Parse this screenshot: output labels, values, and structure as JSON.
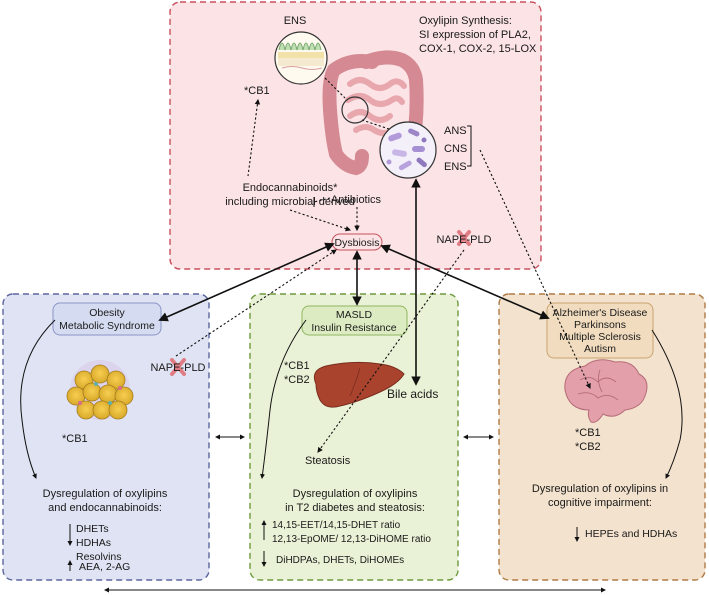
{
  "gut": {
    "ens_top": "ENS",
    "cb1": "*CB1",
    "oxylipin_title": "Oxylipin Synthesis:",
    "oxylipin_line2": "SI expression of PLA2,",
    "oxylipin_line3": "COX-1, COX-2, 15-LOX",
    "axis_ans": "ANS",
    "axis_cns": "CNS",
    "axis_ens": "ENS",
    "endo_line1": "Endocannabinoids*",
    "endo_line2": "including microbial derived",
    "antibiotics": "Antibiotics",
    "dysbiosis": "Dysbiosis",
    "nape_pld": "NAPE-PLD"
  },
  "obesity": {
    "pill_line1": "Obesity",
    "pill_line2": "Metabolic Syndrome",
    "nape_pld": "NAPE-PLD",
    "cb1": "*CB1",
    "dys_line1": "Dysregulation of oxylipins",
    "dys_line2": "and endocannabinoids:",
    "down1": "DHETs",
    "down2": "HDHAs",
    "down3": "Resolvins",
    "up1": "AEA, 2-AG"
  },
  "masld": {
    "pill_line1": "MASLD",
    "pill_line2": "Insulin Resistance",
    "cb1": "*CB1",
    "cb2": "*CB2",
    "bile_acids": "Bile acids",
    "steatosis": "Steatosis",
    "dys_line1": "Dysregulation of oxylipins",
    "dys_line2": "in T2 diabetes and steatosis:",
    "up1": "14,15-EET/14,15-DHET ratio",
    "up2": "12,13-EpOME/ 12,13-DiHOME ratio",
    "down1": "DiHDPAs, DHETs, DiHOMEs"
  },
  "neuro": {
    "pill_line1": "Alzheimer's Disease",
    "pill_line2": "Parkinsons",
    "pill_line3": "Multiple Sclerosis",
    "pill_line4": "Autism",
    "cb1": "*CB1",
    "cb2": "*CB2",
    "dys_line1": "Dysregulation of oxylipins in",
    "dys_line2": "cognitive impairment:",
    "down1": "HEPEs and HDHAs"
  },
  "colors": {
    "gut_fill": "#fbe3e6",
    "gut_border": "#c9505e",
    "obesity_fill": "#dfe3f3",
    "obesity_border": "#5a659e",
    "masld_fill": "#e9f2d6",
    "masld_border": "#6d9a3d",
    "neuro_fill": "#f3e2cd",
    "neuro_border": "#b07a45"
  }
}
